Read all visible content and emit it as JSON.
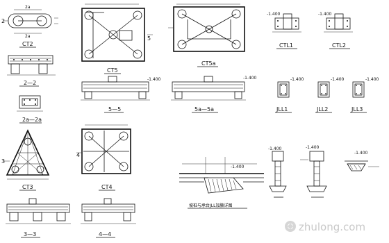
{
  "drawing": {
    "labels": {
      "ct2": "CT2",
      "ct5": "CT5",
      "ct5a": "CT5a",
      "ctl1": "CTL1",
      "ctl2": "CTL2",
      "jll1": "JLL1",
      "jll2": "JLL2",
      "jll3": "JLL3",
      "sec_2_2": "2—2",
      "sec_2a_2a": "2a—2a",
      "sec_5_5": "5—5",
      "sec_5a_5a": "5a—5a",
      "ct3": "CT3",
      "ct4": "CT4",
      "sec_3_3": "3—3",
      "sec_4_4": "4—4",
      "detail_title": "坡桩与承台JLL加腋详图",
      "mark_2": "2",
      "mark_5": "5",
      "mark_3": "3",
      "mark_4": "4"
    }
  },
  "watermark": {
    "text": "zhulong.com",
    "icon": "zhulong-logo-icon"
  }
}
